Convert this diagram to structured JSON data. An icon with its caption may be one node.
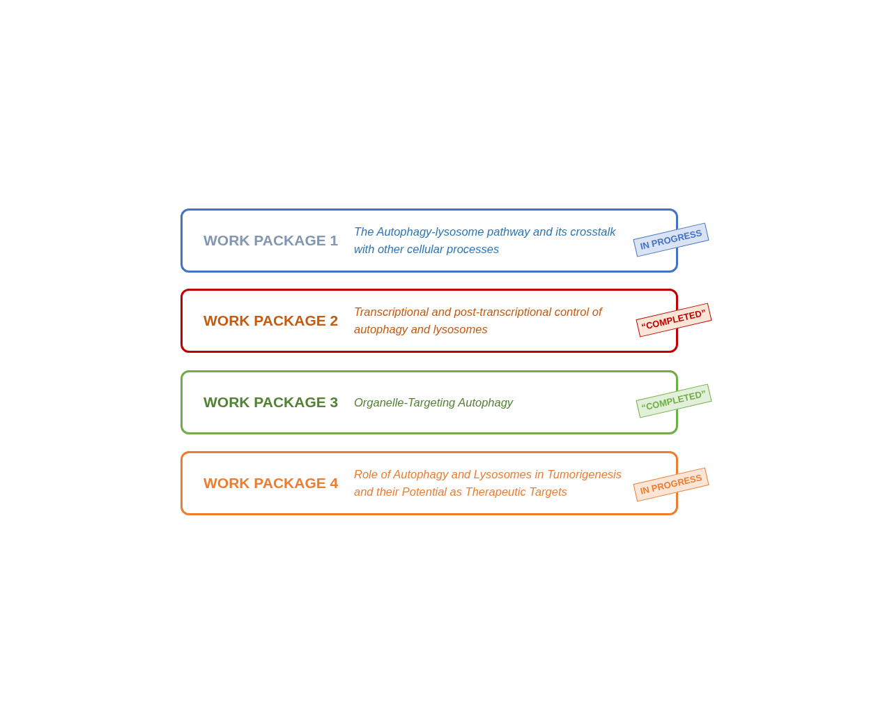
{
  "diagram": {
    "nodes": [
      {
        "text": [
          "WORK PACKAGE 1",
          "The Autophagy-lysosome pathway and its crosstalk with other cellular processes"
        ]
      },
      {
        "text": [
          "IN PROGRESS"
        ]
      },
      {
        "text": [
          "WORK PACKAGE 2",
          "Transcriptional and post-transcriptional control of autophagy and lysosomes"
        ]
      },
      {
        "text": [
          "“COMPLETED”"
        ]
      },
      {
        "text": [
          "WORK PACKAGE 3",
          "Organelle-Targeting Autophagy"
        ]
      },
      {
        "text": [
          "“COMPLETED”"
        ]
      },
      {
        "text": [
          "WORK PACKAGE 4",
          "Role of Autophagy and Lysosomes in Tumorigenesis and their Potential as Therapeutic Targets"
        ]
      },
      {
        "text": [
          "IN PROGRESS"
        ]
      }
    ],
    "edges": []
  }
}
